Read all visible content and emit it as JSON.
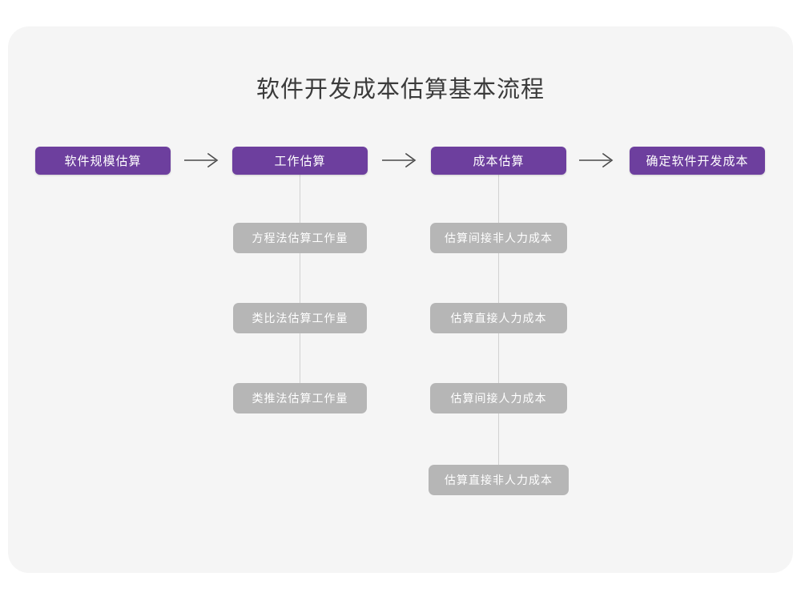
{
  "page": {
    "title": "软件开发成本估算基本流程",
    "background_color": "#ffffff",
    "panel_color": "#f5f5f5",
    "primary_color": "#6d3f9e",
    "secondary_color": "#b6b6b6",
    "title_color": "#3b3b3b",
    "connector_color": "#d2d2d2"
  },
  "flow": {
    "main_steps": [
      {
        "label": "软件规模估算"
      },
      {
        "label": "工作估算"
      },
      {
        "label": "成本估算"
      },
      {
        "label": "确定软件开发成本"
      }
    ],
    "arrows": [
      {
        "name": "arrow-1",
        "glyph": "arrow-right-icon"
      },
      {
        "name": "arrow-2",
        "glyph": "arrow-right-icon"
      },
      {
        "name": "arrow-3",
        "glyph": "arrow-right-icon"
      }
    ],
    "branch_work": {
      "parent": "工作估算",
      "items": [
        {
          "label": "方程法估算工作量"
        },
        {
          "label": "类比法估算工作量"
        },
        {
          "label": "类推法估算工作量"
        }
      ]
    },
    "branch_cost": {
      "parent": "成本估算",
      "items": [
        {
          "label": "估算间接非人力成本"
        },
        {
          "label": "估算直接人力成本"
        },
        {
          "label": "估算间接人力成本"
        },
        {
          "label": "估算直接非人力成本"
        }
      ]
    }
  }
}
